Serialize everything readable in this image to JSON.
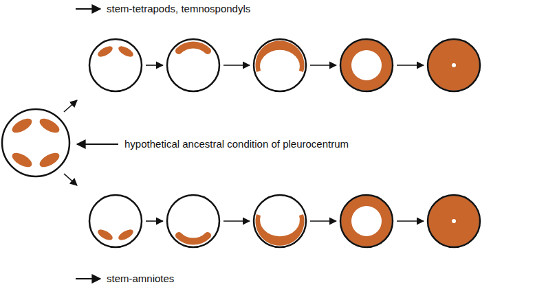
{
  "diagram": {
    "labels": [
      "stem-tetrapods, temnospondyls",
      "hypothetical ancestral condition of pleurocentrum",
      "stem-amniotes"
    ]
  }
}
